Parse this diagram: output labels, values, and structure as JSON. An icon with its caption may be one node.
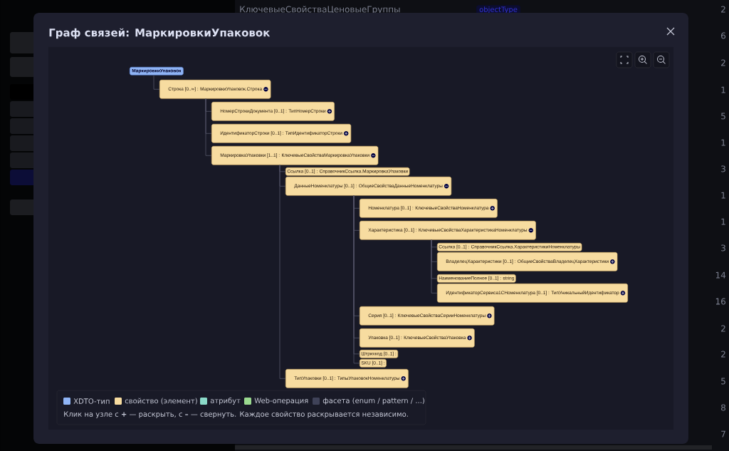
{
  "diagram": {
    "title": "Граф связей: МаркировкиУпаковок",
    "nodes": [
      {
        "text": [
          "МаркировкиУпаковок"
        ]
      },
      {
        "text": [
          "Строка [0..∞] : МаркировкиУпаковок.Строка"
        ]
      },
      {
        "text": [
          "НомерСтрокиДокумента [0..1] : ТипНомерСтроки"
        ]
      },
      {
        "text": [
          "ИдентификаторСтроки [0..1] : ТипИдентификаторСтроки"
        ]
      },
      {
        "text": [
          "МаркировкаУпаковки [1..1] : КлючевыеСвойстваМаркировкаУпаковки"
        ]
      },
      {
        "text": [
          "Ссылка [0..1] : СправочникСсылка.МаркировкаУпаковки"
        ]
      },
      {
        "text": [
          "ДанныеНоменклатуры [0..1] : ОбщиеСвойстваДанныеНоменклатуры"
        ]
      },
      {
        "text": [
          "Номенклатура [0..1] : КлючевыеСвойстваНоменклатура"
        ]
      },
      {
        "text": [
          "Характеристика [0..1] : КлючевыеСвойстваХарактеристикаНоменклатуры"
        ]
      },
      {
        "text": [
          "Ссылка [0..1] : СправочникСсылка.ХарактеристикиНоменклатуры"
        ]
      },
      {
        "text": [
          "ВладелецХарактеристики [0..1] : ОбщиеСвойстваВладелецХарактеристики"
        ]
      },
      {
        "text": [
          "НаименованиеПолное [0..1] : string"
        ]
      },
      {
        "text": [
          "ИдентификаторСервиса1СНоменклатура [0..1] : ТипУникальныйИдентификатор"
        ]
      },
      {
        "text": [
          "Серия [0..1] : КлючевыеСвойстваСерииНоменклатуры"
        ]
      },
      {
        "text": [
          "Упаковка [0..1] : КлючевыеСвойстваУпаковка"
        ]
      },
      {
        "text": [
          "Штрихкод [0..1] :"
        ]
      },
      {
        "text": [
          "SKU [0..1] :"
        ]
      },
      {
        "text": [
          "ТипУпаковки [0..1] : ТипыУпаковокНоменклатуры"
        ]
      }
    ],
    "edges": [
      {
        "from": 0,
        "to": 1,
        "arrow": "none"
      },
      {
        "from": 1,
        "to": 2,
        "arrow": "none"
      },
      {
        "from": 1,
        "to": 3,
        "arrow": "none"
      },
      {
        "from": 1,
        "to": 4,
        "arrow": "none"
      },
      {
        "from": 4,
        "to": 5,
        "arrow": "none"
      },
      {
        "from": 4,
        "to": 6,
        "arrow": "none"
      },
      {
        "from": 6,
        "to": 7,
        "arrow": "none"
      },
      {
        "from": 6,
        "to": 8,
        "arrow": "none"
      },
      {
        "from": 8,
        "to": 9,
        "arrow": "none"
      },
      {
        "from": 8,
        "to": 10,
        "arrow": "none"
      },
      {
        "from": 8,
        "to": 11,
        "arrow": "none"
      },
      {
        "from": 8,
        "to": 12,
        "arrow": "none"
      },
      {
        "from": 6,
        "to": 13,
        "arrow": "none"
      },
      {
        "from": 6,
        "to": 14,
        "arrow": "none"
      },
      {
        "from": 6,
        "to": 15,
        "arrow": "none"
      },
      {
        "from": 6,
        "to": 16,
        "arrow": "none"
      },
      {
        "from": 4,
        "to": 17,
        "arrow": "none"
      }
    ],
    "labels": [
      "КлючевыеСвойстваЦеновыеГруппы",
      "objectType",
      "2",
      "6",
      "2",
      "1",
      "5",
      "1",
      "3",
      "1",
      "1",
      "3",
      "14",
      "16",
      "2",
      "2",
      "5",
      "8",
      "7",
      "Клик на узле с **+** — раскрыть, с **–** — свернуть. Каждое свойство раскрывается независимо."
    ],
    "legend": [
      {
        "text": "XDTO-тип",
        "color": "#8fb4f5"
      },
      {
        "text": "свойство (элемент)",
        "color": "#f7dca0"
      },
      {
        "text": "атрибут",
        "color": "#8ad9c8"
      },
      {
        "text": "Web-операция",
        "color": "#9ad98f"
      },
      {
        "text": "фасета (enum / pattern / ...)",
        "color": "#3f4258"
      }
    ]
  }
}
